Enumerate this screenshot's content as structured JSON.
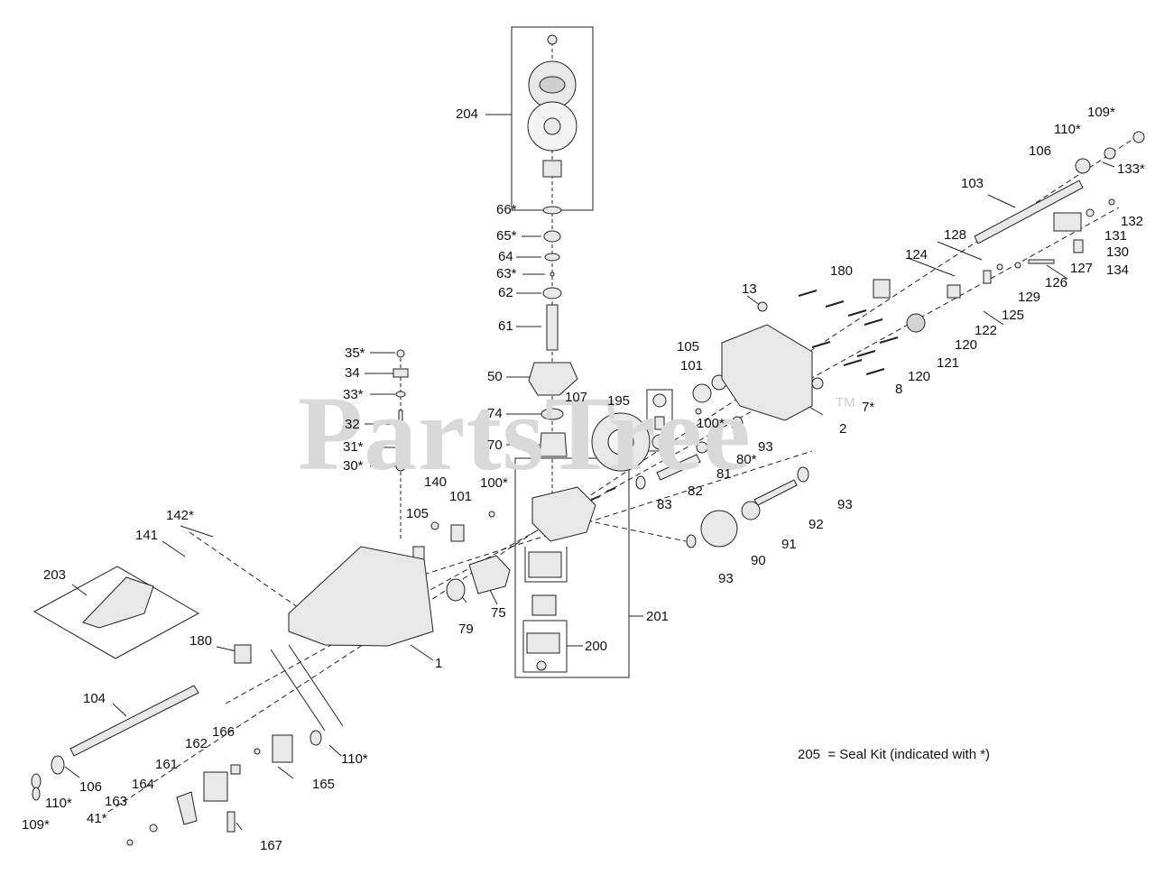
{
  "watermark": {
    "brand": "PartsTree",
    "tm": "TM"
  },
  "legend_note": {
    "code": "205",
    "text": "= Seal Kit (indicated with *)"
  },
  "callouts": [
    {
      "id": "l204",
      "text": "204"
    },
    {
      "id": "l66",
      "text": "66*"
    },
    {
      "id": "l65",
      "text": "65*"
    },
    {
      "id": "l64",
      "text": "64"
    },
    {
      "id": "l63",
      "text": "63*"
    },
    {
      "id": "l62",
      "text": "62"
    },
    {
      "id": "l61",
      "text": "61"
    },
    {
      "id": "l50",
      "text": "50"
    },
    {
      "id": "l74",
      "text": "74"
    },
    {
      "id": "l70",
      "text": "70"
    },
    {
      "id": "l35",
      "text": "35*"
    },
    {
      "id": "l34",
      "text": "34"
    },
    {
      "id": "l33",
      "text": "33*"
    },
    {
      "id": "l32",
      "text": "32"
    },
    {
      "id": "l31",
      "text": "31*"
    },
    {
      "id": "l30",
      "text": "30*"
    },
    {
      "id": "l140",
      "text": "140"
    },
    {
      "id": "l105a",
      "text": "105"
    },
    {
      "id": "l101a",
      "text": "101"
    },
    {
      "id": "l100a",
      "text": "100*"
    },
    {
      "id": "l142",
      "text": "142*"
    },
    {
      "id": "l141",
      "text": "141"
    },
    {
      "id": "l203",
      "text": "203"
    },
    {
      "id": "l180a",
      "text": "180"
    },
    {
      "id": "l1",
      "text": "1"
    },
    {
      "id": "l79",
      "text": "79"
    },
    {
      "id": "l75",
      "text": "75"
    },
    {
      "id": "l201",
      "text": "201"
    },
    {
      "id": "l200",
      "text": "200"
    },
    {
      "id": "l104",
      "text": "104"
    },
    {
      "id": "l106a",
      "text": "106"
    },
    {
      "id": "l110a",
      "text": "110*"
    },
    {
      "id": "l109a",
      "text": "109*"
    },
    {
      "id": "l166",
      "text": "166"
    },
    {
      "id": "l162",
      "text": "162"
    },
    {
      "id": "l161",
      "text": "161"
    },
    {
      "id": "l164",
      "text": "164"
    },
    {
      "id": "l163",
      "text": "163"
    },
    {
      "id": "l41",
      "text": "41*"
    },
    {
      "id": "l165",
      "text": "165"
    },
    {
      "id": "l110b",
      "text": "110*"
    },
    {
      "id": "l167",
      "text": "167"
    },
    {
      "id": "l107",
      "text": "107"
    },
    {
      "id": "l195",
      "text": "195"
    },
    {
      "id": "l101b",
      "text": "101"
    },
    {
      "id": "l105b",
      "text": "105"
    },
    {
      "id": "l100b",
      "text": "100*"
    },
    {
      "id": "l93a",
      "text": "93"
    },
    {
      "id": "l80",
      "text": "80*"
    },
    {
      "id": "l81",
      "text": "81"
    },
    {
      "id": "l82",
      "text": "82"
    },
    {
      "id": "l83",
      "text": "83"
    },
    {
      "id": "l93b",
      "text": "93"
    },
    {
      "id": "l92",
      "text": "92"
    },
    {
      "id": "l91",
      "text": "91"
    },
    {
      "id": "l90",
      "text": "90"
    },
    {
      "id": "l93c",
      "text": "93"
    },
    {
      "id": "l13",
      "text": "13"
    },
    {
      "id": "l180b",
      "text": "180"
    },
    {
      "id": "l124",
      "text": "124"
    },
    {
      "id": "l128",
      "text": "128"
    },
    {
      "id": "l103",
      "text": "103"
    },
    {
      "id": "l106b",
      "text": "106"
    },
    {
      "id": "l110c",
      "text": "110*"
    },
    {
      "id": "l109b",
      "text": "109*"
    },
    {
      "id": "l133",
      "text": "133*"
    },
    {
      "id": "l132",
      "text": "132"
    },
    {
      "id": "l131",
      "text": "131"
    },
    {
      "id": "l130",
      "text": "130"
    },
    {
      "id": "l134",
      "text": "134"
    },
    {
      "id": "l127",
      "text": "127"
    },
    {
      "id": "l126",
      "text": "126"
    },
    {
      "id": "l129",
      "text": "129"
    },
    {
      "id": "l125",
      "text": "125"
    },
    {
      "id": "l122",
      "text": "122"
    },
    {
      "id": "l120a",
      "text": "120"
    },
    {
      "id": "l121",
      "text": "121"
    },
    {
      "id": "l120b",
      "text": "120"
    },
    {
      "id": "l8",
      "text": "8"
    },
    {
      "id": "l7",
      "text": "7*"
    },
    {
      "id": "l2",
      "text": "2"
    }
  ]
}
